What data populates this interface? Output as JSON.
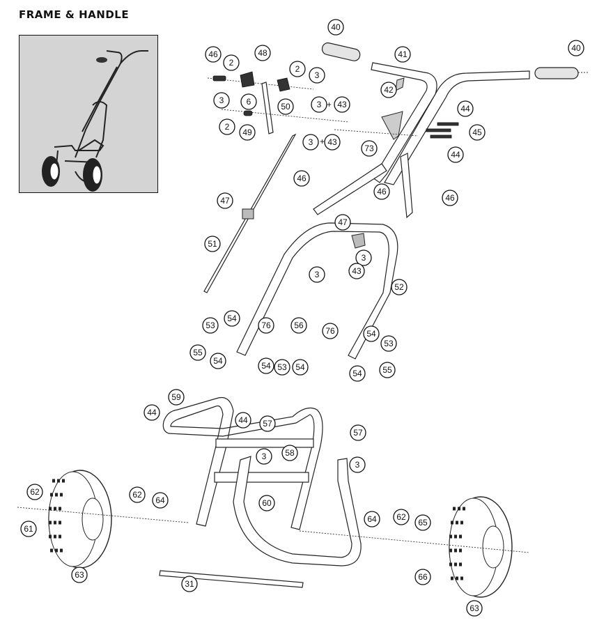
{
  "title": "FRAME & HANDLE",
  "colors": {
    "thumbnail_bg": "#d4d4d4",
    "ink": "#111111",
    "grip_fill": "#e4e4e4"
  },
  "callouts": [
    {
      "id": "c40a",
      "label": "40"
    },
    {
      "id": "c41",
      "label": "41"
    },
    {
      "id": "c40b",
      "label": "40"
    },
    {
      "id": "c46a",
      "label": "46"
    },
    {
      "id": "c2a",
      "label": "2"
    },
    {
      "id": "c48",
      "label": "48"
    },
    {
      "id": "c2b",
      "label": "2"
    },
    {
      "id": "c3a",
      "label": "3"
    },
    {
      "id": "c42",
      "label": "42"
    },
    {
      "id": "c3b",
      "label": "3"
    },
    {
      "id": "c6",
      "label": "6"
    },
    {
      "id": "c50",
      "label": "50"
    },
    {
      "id": "c2c",
      "label": "2"
    },
    {
      "id": "c49",
      "label": "49"
    },
    {
      "id": "c3c",
      "label": "3"
    },
    {
      "id": "c43a",
      "label": "43"
    },
    {
      "id": "c3d",
      "label": "3"
    },
    {
      "id": "c43b",
      "label": "43"
    },
    {
      "id": "c73",
      "label": "73"
    },
    {
      "id": "c44a",
      "label": "44"
    },
    {
      "id": "c45",
      "label": "45"
    },
    {
      "id": "c44b",
      "label": "44"
    },
    {
      "id": "c46b",
      "label": "46"
    },
    {
      "id": "c46c",
      "label": "46"
    },
    {
      "id": "c46d",
      "label": "46"
    },
    {
      "id": "c47a",
      "label": "47"
    },
    {
      "id": "c47b",
      "label": "47"
    },
    {
      "id": "c51",
      "label": "51"
    },
    {
      "id": "c3e",
      "label": "3"
    },
    {
      "id": "c3f",
      "label": "3"
    },
    {
      "id": "c43c",
      "label": "43"
    },
    {
      "id": "c52",
      "label": "52"
    },
    {
      "id": "c53a",
      "label": "53"
    },
    {
      "id": "c54a",
      "label": "54"
    },
    {
      "id": "c76a",
      "label": "76"
    },
    {
      "id": "c55a",
      "label": "55"
    },
    {
      "id": "c54b",
      "label": "54"
    },
    {
      "id": "c56",
      "label": "56"
    },
    {
      "id": "c54c",
      "label": "54"
    },
    {
      "id": "c53b",
      "label": "53"
    },
    {
      "id": "c54d",
      "label": "54"
    },
    {
      "id": "c76b",
      "label": "76"
    },
    {
      "id": "c54e",
      "label": "54"
    },
    {
      "id": "c53c",
      "label": "53"
    },
    {
      "id": "c54f",
      "label": "54"
    },
    {
      "id": "c55b",
      "label": "55"
    },
    {
      "id": "c59",
      "label": "59"
    },
    {
      "id": "c44c",
      "label": "44"
    },
    {
      "id": "c44d",
      "label": "44"
    },
    {
      "id": "c57a",
      "label": "57"
    },
    {
      "id": "c57b",
      "label": "57"
    },
    {
      "id": "c3g",
      "label": "3"
    },
    {
      "id": "c58",
      "label": "58"
    },
    {
      "id": "c3h",
      "label": "3"
    },
    {
      "id": "c60",
      "label": "60"
    },
    {
      "id": "c62a",
      "label": "62"
    },
    {
      "id": "c61",
      "label": "61"
    },
    {
      "id": "c63a",
      "label": "63"
    },
    {
      "id": "c62b",
      "label": "62"
    },
    {
      "id": "c64a",
      "label": "64"
    },
    {
      "id": "c31",
      "label": "31"
    },
    {
      "id": "c64b",
      "label": "64"
    },
    {
      "id": "c62c",
      "label": "62"
    },
    {
      "id": "c65",
      "label": "65"
    },
    {
      "id": "c66",
      "label": "66"
    },
    {
      "id": "c63b",
      "label": "63"
    }
  ],
  "plus_signs": [
    "+",
    "+"
  ]
}
